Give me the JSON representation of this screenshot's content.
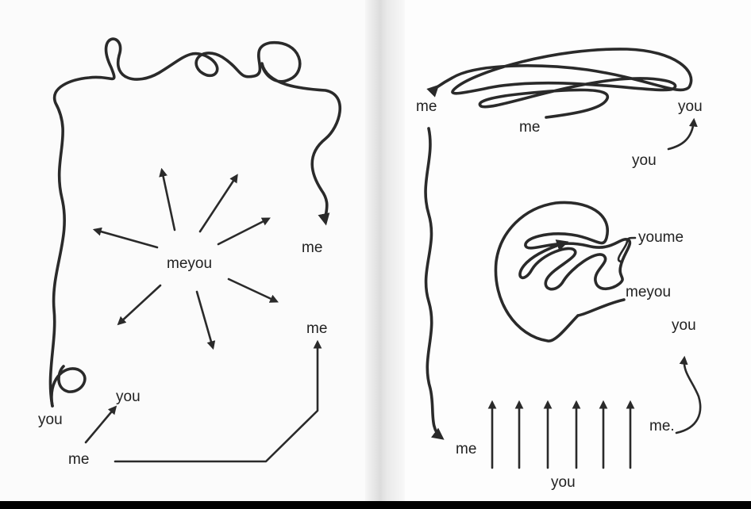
{
  "left_page": {
    "center": "meyou",
    "top_right_me": "me",
    "bottom_left_you": "you",
    "small_you": "you",
    "bottom_me": "me",
    "corner_me": "me"
  },
  "right_page": {
    "top_me": "me",
    "top_right_you": "you",
    "arch_me": "me",
    "you_below_arch": "you",
    "youme": "youme",
    "meyou": "meyou",
    "right_you": "you",
    "bottom_right_me": "me.",
    "bottom_me": "me",
    "bottom_you": "you"
  }
}
